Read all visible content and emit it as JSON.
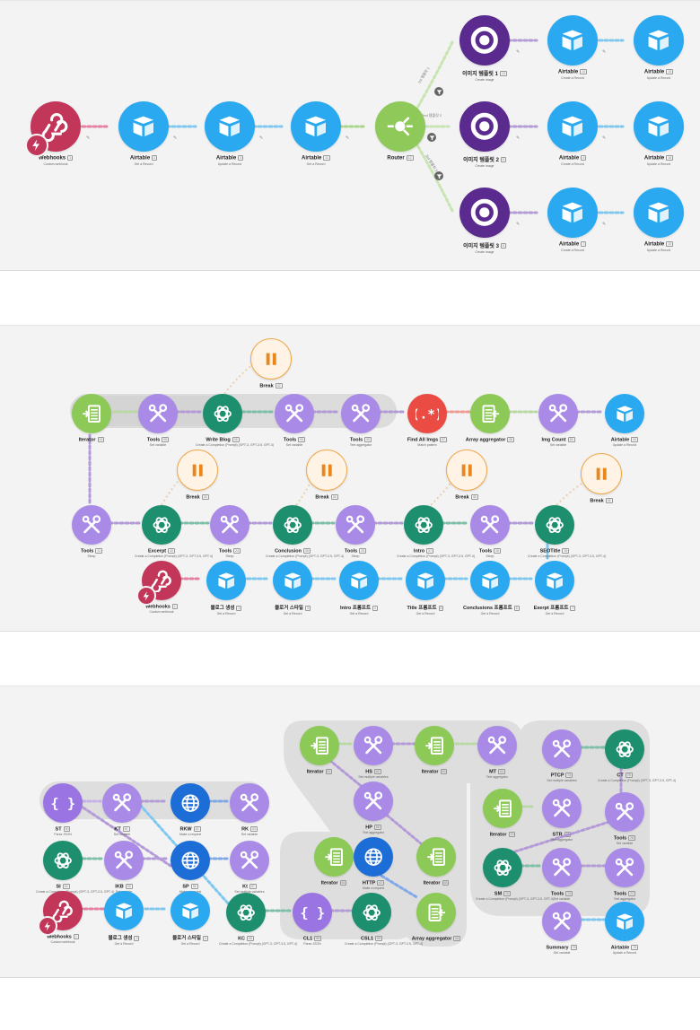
{
  "colors": {
    "airtable": "#2aa9f0",
    "tools": "#a98ae6",
    "openai": "#1d8f6e",
    "iterator": "#8cc957",
    "json": "#9b74e4",
    "http": "#1c6ed6",
    "router": "#8ec95a",
    "webhooks": "#c2365a",
    "image": "#5a2a8e",
    "break": "#f0a94c",
    "regex": "#ea4c43"
  },
  "scenario1": {
    "nodes": [
      {
        "id": "wh",
        "title": "Webhooks",
        "num": "1",
        "sub": "Custom webhook",
        "icon": "webhooks-icon"
      },
      {
        "id": "at1",
        "title": "Airtable",
        "num": "2",
        "sub": "Get a Record",
        "icon": "airtable-icon"
      },
      {
        "id": "at2",
        "title": "Airtable",
        "num": "3",
        "sub": "Update a Record",
        "icon": "airtable-icon"
      },
      {
        "id": "at3",
        "title": "Airtable",
        "num": "11",
        "sub": "Get a Record",
        "icon": "airtable-icon"
      },
      {
        "id": "router",
        "title": "Router",
        "num": "12",
        "sub": "",
        "icon": "router-icon"
      },
      {
        "id": "img1",
        "title": "이미지 템플릿 1",
        "num": "13",
        "sub": "Create image",
        "icon": "image-template-icon"
      },
      {
        "id": "at4",
        "title": "Airtable",
        "num": "14",
        "sub": "Create a Record",
        "icon": "airtable-icon"
      },
      {
        "id": "at5",
        "title": "Airtable",
        "num": "15",
        "sub": "Update a Record",
        "icon": "airtable-icon"
      },
      {
        "id": "img2",
        "title": "이미지 템플릿 2",
        "num": "5",
        "sub": "Create image",
        "icon": "image-template-icon"
      },
      {
        "id": "at6",
        "title": "Airtable",
        "num": "4",
        "sub": "Create a Record",
        "icon": "airtable-icon"
      },
      {
        "id": "at7",
        "title": "Airtable",
        "num": "16",
        "sub": "Update a Record",
        "icon": "airtable-icon"
      },
      {
        "id": "img3",
        "title": "이미지 템플릿 3",
        "num": "8",
        "sub": "Create image",
        "icon": "image-template-icon"
      },
      {
        "id": "at8",
        "title": "Airtable",
        "num": "7",
        "sub": "Create a Record",
        "icon": "airtable-icon"
      },
      {
        "id": "at9",
        "title": "Airtable",
        "num": "10",
        "sub": "Update a Record",
        "icon": "airtable-icon"
      }
    ],
    "route_labels": [
      "1st 템플릿 1",
      "2nd 템플릿 2",
      "3rd 템플릿 3"
    ]
  },
  "scenario2": {
    "nodes": [
      {
        "id": "it",
        "title": "Iterator",
        "num": "44",
        "sub": "",
        "icon": "iterator-icon"
      },
      {
        "id": "t1",
        "title": "Tools",
        "num": "98",
        "sub": "Set variable",
        "icon": "tools-icon"
      },
      {
        "id": "wb",
        "title": "Write Blog",
        "num": "36",
        "sub": "Create a Completion (Prompt) (GPT-3, GPT-3.5, GPT-4)",
        "icon": "openai-icon"
      },
      {
        "id": "t2",
        "title": "Tools",
        "num": "96",
        "sub": "Set variable",
        "icon": "tools-icon"
      },
      {
        "id": "t3",
        "title": "Tools",
        "num": "95",
        "sub": "Text aggregator",
        "icon": "tools-icon"
      },
      {
        "id": "fai",
        "title": "Find All Imgs",
        "num": "87",
        "sub": "Match pattern",
        "icon": "regex-icon"
      },
      {
        "id": "aa",
        "title": "Array aggregator",
        "num": "88",
        "sub": "",
        "icon": "array-aggregator-icon"
      },
      {
        "id": "ic",
        "title": "Img Count",
        "num": "88",
        "sub": "Set variable",
        "icon": "tools-icon"
      },
      {
        "id": "at",
        "title": "Airtable",
        "num": "90",
        "sub": "Update a Record",
        "icon": "airtable-icon"
      },
      {
        "id": "b1",
        "title": "Break",
        "num": "42",
        "sub": "",
        "icon": "break-icon"
      },
      {
        "id": "b2",
        "title": "Break",
        "num": "43",
        "sub": "",
        "icon": "break-icon"
      },
      {
        "id": "b3",
        "title": "Break",
        "num": "44",
        "sub": "",
        "icon": "break-icon"
      },
      {
        "id": "b4",
        "title": "Break",
        "num": "45",
        "sub": "",
        "icon": "break-icon"
      },
      {
        "id": "b5",
        "title": "Break",
        "num": "46",
        "sub": "",
        "icon": "break-icon"
      },
      {
        "id": "t4",
        "title": "Tools",
        "num": "11",
        "sub": "Sleep",
        "icon": "tools-icon"
      },
      {
        "id": "ex",
        "title": "Excerpt",
        "num": "40",
        "sub": "Create a Completion (Prompt) (GPT-3, GPT-3.5, GPT-4)",
        "icon": "openai-icon"
      },
      {
        "id": "t5",
        "title": "Tools",
        "num": "24",
        "sub": "Sleep",
        "icon": "tools-icon"
      },
      {
        "id": "co",
        "title": "Conclusion",
        "num": "38",
        "sub": "Create a Completion (Prompt) (GPT-3, GPT-3.5, GPT-4)",
        "icon": "openai-icon"
      },
      {
        "id": "t6",
        "title": "Tools",
        "num": "25",
        "sub": "Sleep",
        "icon": "tools-icon"
      },
      {
        "id": "in",
        "title": "Intro",
        "num": "37",
        "sub": "Create a Completion (Prompt) (GPT-3, GPT-3.5, GPT-4)",
        "icon": "openai-icon"
      },
      {
        "id": "t7",
        "title": "Tools",
        "num": "26",
        "sub": "Sleep",
        "icon": "tools-icon"
      },
      {
        "id": "seo",
        "title": "SEOTitle",
        "num": "39",
        "sub": "Create a Completion (Prompt) (GPT-3, GPT-3.5, GPT-4)",
        "icon": "openai-icon"
      },
      {
        "id": "wh",
        "title": "Webhooks",
        "num": "1",
        "sub": "Custom webhook",
        "icon": "webhooks-icon"
      },
      {
        "id": "a1",
        "title": "블로그 생성",
        "num": "2",
        "sub": "Get a Record",
        "icon": "airtable-icon"
      },
      {
        "id": "a2",
        "title": "블로거 스타일",
        "num": "3",
        "sub": "Get a Record",
        "icon": "airtable-icon"
      },
      {
        "id": "a3",
        "title": "Intro 프롬프트",
        "num": "4",
        "sub": "Get a Record",
        "icon": "airtable-icon"
      },
      {
        "id": "a4",
        "title": "Title 프롬프트",
        "num": "5",
        "sub": "Get a Record",
        "icon": "airtable-icon"
      },
      {
        "id": "a5",
        "title": "Conclusions 프롬프트",
        "num": "6",
        "sub": "Get a Record",
        "icon": "airtable-icon"
      },
      {
        "id": "a6",
        "title": "Exerpt 프롬프트",
        "num": "7",
        "sub": "Get a Record",
        "icon": "airtable-icon"
      }
    ]
  },
  "scenario3": {
    "nodes": [
      {
        "id": "st",
        "title": "ST",
        "num": "50",
        "sub": "Parse JSON",
        "icon": "json-icon"
      },
      {
        "id": "kt",
        "title": "KT",
        "num": "51",
        "sub": "Set variable",
        "icon": "tools-icon"
      },
      {
        "id": "rkw",
        "title": "RKW",
        "num": "52",
        "sub": "Make a request",
        "icon": "http-icon"
      },
      {
        "id": "rk",
        "title": "RK",
        "num": "53",
        "sub": "Set variable",
        "icon": "tools-icon"
      },
      {
        "id": "si",
        "title": "SI",
        "num": "54",
        "sub": "Create a Completion (Prompt) (GPT-3, GPT-3.5, GPT-4)",
        "icon": "openai-icon"
      },
      {
        "id": "ikb",
        "title": "IKB",
        "num": "55",
        "sub": "Set variable",
        "icon": "tools-icon"
      },
      {
        "id": "sp",
        "title": "SP",
        "num": "56",
        "sub": "Make a request",
        "icon": "http-icon"
      },
      {
        "id": "kt2",
        "title": "Kt",
        "num": "57",
        "sub": "Set multiple variables",
        "icon": "tools-icon"
      },
      {
        "id": "wh",
        "title": "Webhooks",
        "num": "1",
        "sub": "Custom webhook",
        "icon": "webhooks-icon"
      },
      {
        "id": "a1",
        "title": "블로그 생성",
        "num": "2",
        "sub": "Get a Record",
        "icon": "airtable-icon"
      },
      {
        "id": "a2",
        "title": "블로거 스타일",
        "num": "3",
        "sub": "Get a Record",
        "icon": "airtable-icon"
      },
      {
        "id": "kc",
        "title": "KC",
        "num": "58",
        "sub": "Create a Completion (Prompt) (GPT-3, GPT-3.5, GPT-4)",
        "icon": "openai-icon"
      },
      {
        "id": "cl1",
        "title": "CL1",
        "num": "59",
        "sub": "Parse JSON",
        "icon": "json-icon"
      },
      {
        "id": "csl1",
        "title": "CSL1",
        "num": "60",
        "sub": "Create a Completion (Prompt) (GPT-3, GPT-3.5, GPT-4)",
        "icon": "openai-icon"
      },
      {
        "id": "it1",
        "title": "Iterator",
        "num": "61",
        "sub": "",
        "icon": "iterator-icon"
      },
      {
        "id": "hs",
        "title": "HS",
        "num": "62",
        "sub": "Set multiple variables",
        "icon": "tools-icon"
      },
      {
        "id": "it2",
        "title": "Iterator",
        "num": "63",
        "sub": "",
        "icon": "iterator-icon"
      },
      {
        "id": "mt",
        "title": "MT",
        "num": "64",
        "sub": "Text aggregator",
        "icon": "tools-icon"
      },
      {
        "id": "hp",
        "title": "HP",
        "num": "65",
        "sub": "Text aggregator",
        "icon": "tools-icon"
      },
      {
        "id": "it3",
        "title": "Iterator",
        "num": "66",
        "sub": "",
        "icon": "iterator-icon"
      },
      {
        "id": "http",
        "title": "HTTP",
        "num": "67",
        "sub": "Make a request",
        "icon": "http-icon"
      },
      {
        "id": "it4",
        "title": "Iterator",
        "num": "68",
        "sub": "",
        "icon": "iterator-icon"
      },
      {
        "id": "aa",
        "title": "Array aggregator",
        "num": "69",
        "sub": "",
        "icon": "array-aggregator-icon"
      },
      {
        "id": "it5",
        "title": "Iterator",
        "num": "70",
        "sub": "",
        "icon": "iterator-icon"
      },
      {
        "id": "str",
        "title": "STR",
        "num": "71",
        "sub": "Text aggregator",
        "icon": "tools-icon"
      },
      {
        "id": "sm",
        "title": "SM",
        "num": "72",
        "sub": "Create a Completion (Prompt) (GPT-3, GPT-3.5, GPT-4)",
        "icon": "openai-icon"
      },
      {
        "id": "t1",
        "title": "Tools",
        "num": "73",
        "sub": "Set variable",
        "icon": "tools-icon"
      },
      {
        "id": "ptcp",
        "title": "PTCP",
        "num": "74",
        "sub": "Set multiple variables",
        "icon": "tools-icon"
      },
      {
        "id": "ct",
        "title": "CT",
        "num": "75",
        "sub": "Create a Completion (Prompt) (GPT-3, GPT-3.5, GPT-4)",
        "icon": "openai-icon"
      },
      {
        "id": "t2",
        "title": "Tools",
        "num": "76",
        "sub": "Set variable",
        "icon": "tools-icon"
      },
      {
        "id": "t3",
        "title": "Tools",
        "num": "77",
        "sub": "Text aggregator",
        "icon": "tools-icon"
      },
      {
        "id": "sum",
        "title": "Summary",
        "num": "78",
        "sub": "Get variable",
        "icon": "tools-icon"
      },
      {
        "id": "at",
        "title": "Airtable",
        "num": "79",
        "sub": "Update a Record",
        "icon": "airtable-icon"
      }
    ]
  }
}
